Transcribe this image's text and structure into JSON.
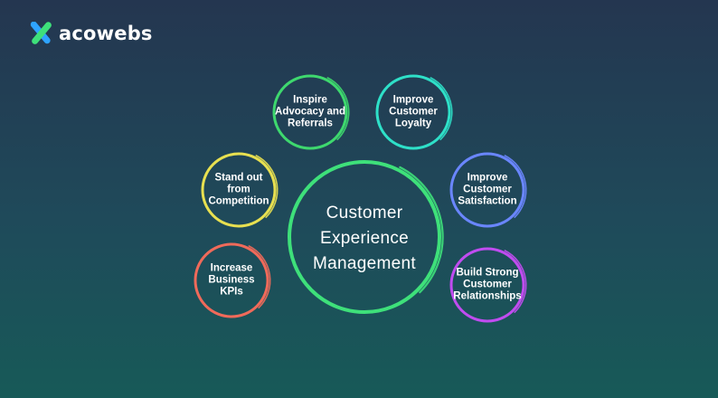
{
  "brand": {
    "name": "acowebs",
    "logo_colors": [
      "#2ea3ff",
      "#3ee07a"
    ]
  },
  "diagram": {
    "center": {
      "lines": [
        "Customer",
        "Experience",
        "Management"
      ],
      "color": "#3ee07a"
    },
    "nodes": [
      {
        "id": "advocacy",
        "lines": [
          "Inspire",
          "Advocacy and",
          "Referrals"
        ],
        "color": "#3ed86e"
      },
      {
        "id": "loyalty",
        "lines": [
          "Improve",
          "Customer",
          "Loyalty"
        ],
        "color": "#2ee0c8"
      },
      {
        "id": "satisfaction",
        "lines": [
          "Improve",
          "Customer",
          "Satisfaction"
        ],
        "color": "#6a86ff"
      },
      {
        "id": "relationships",
        "lines": [
          "Build Strong",
          "Customer",
          "Relationships"
        ],
        "color": "#c04cf0"
      },
      {
        "id": "kpis",
        "lines": [
          "Increase",
          "Business",
          "KPIs"
        ],
        "color": "#f06a5a"
      },
      {
        "id": "competition",
        "lines": [
          "Stand out",
          "from",
          "Competition"
        ],
        "color": "#e8e050"
      }
    ]
  }
}
